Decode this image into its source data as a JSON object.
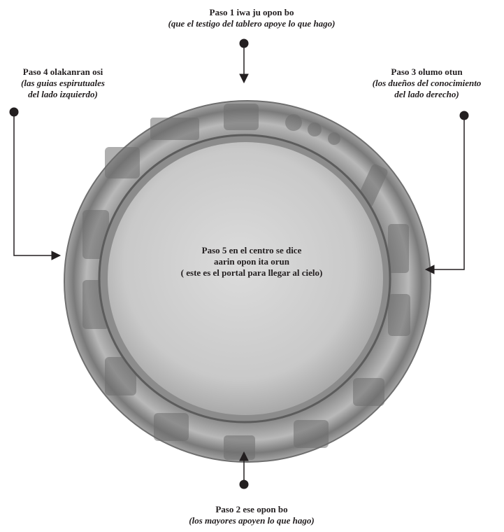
{
  "steps": {
    "top": {
      "title": "Paso 1 iwa ju opon bo",
      "subtitle": "(que el testigo del tablero apoye lo que hago)"
    },
    "bottom": {
      "title": "Paso 2 ese opon bo",
      "subtitle": "(los mayores apoyen lo que hago)"
    },
    "right": {
      "title": "Paso 3 olumo otun",
      "subtitle_line1": "(los dueños del conocimiento",
      "subtitle_line2": "del lado derecho)"
    },
    "left": {
      "title": "Paso 4 olakanran osi",
      "subtitle_line1": "(las guias espirutuales",
      "subtitle_line2": "del lado izquierdo)"
    },
    "center": {
      "line1": "Paso 5 en el centro se dice",
      "line2": "aarin opon ita orun",
      "line3": "( este es el portal para llegar  al cielo)"
    }
  }
}
